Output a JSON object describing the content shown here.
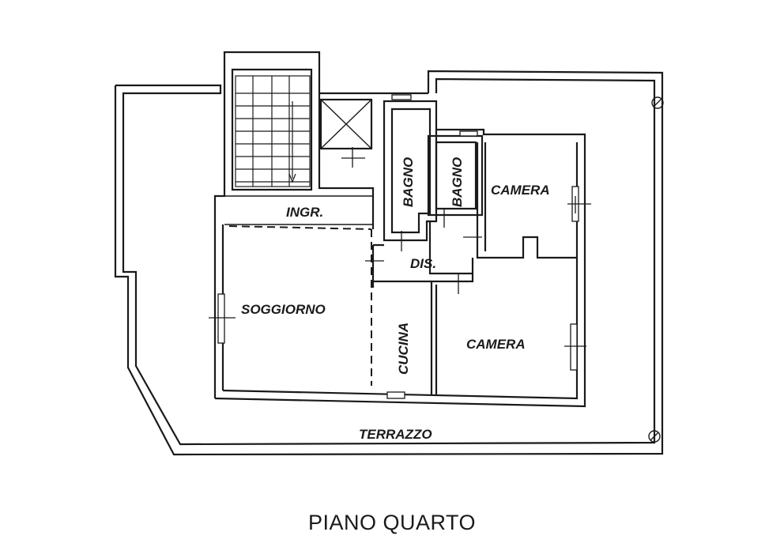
{
  "floor_plan": {
    "rooms": {
      "ingresso": "INGR.",
      "soggiorno": "SOGGIORNO",
      "cucina": "CUCINA",
      "disimpegno": "DIS.",
      "bagno_1": "BAGNO",
      "bagno_2": "BAGNO",
      "camera_1": "CAMERA",
      "camera_2": "CAMERA",
      "terrazzo": "TERRAZZO"
    },
    "caption": "PIANO QUARTO"
  },
  "colors": {
    "ink": "#1a1a1a",
    "paper": "#ffffff"
  }
}
